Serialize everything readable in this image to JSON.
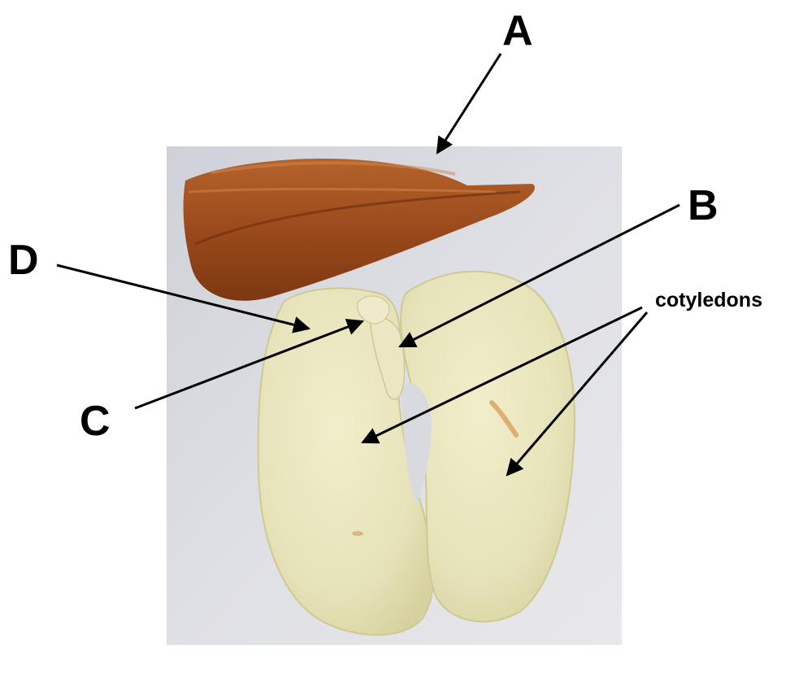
{
  "labels": {
    "a": "A",
    "b": "B",
    "c": "C",
    "d": "D",
    "cotyledons": "cotyledons"
  },
  "colors": {
    "photo_background": "#dcdde2",
    "seed_coat": "#9a4a1c",
    "cotyledon": "#e6e2b8",
    "embryo_axis": "#ece7c2",
    "arrow": "#000000"
  }
}
